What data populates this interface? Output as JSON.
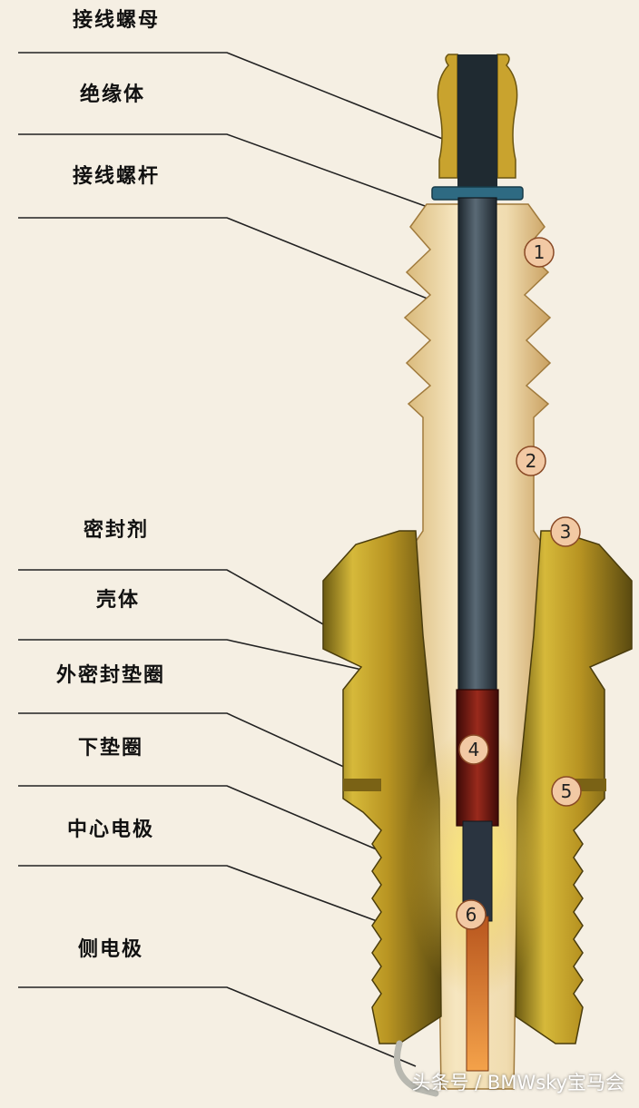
{
  "labels": [
    {
      "id": "connection-nut",
      "text": "接线螺母"
    },
    {
      "id": "insulator",
      "text": "绝缘体"
    },
    {
      "id": "terminal-screw",
      "text": "接线螺杆"
    },
    {
      "id": "sealant",
      "text": "密封剂"
    },
    {
      "id": "shell",
      "text": "壳体"
    },
    {
      "id": "outer-sealing-gasket",
      "text": "外密封垫圈"
    },
    {
      "id": "lower-gasket",
      "text": "下垫圈"
    },
    {
      "id": "center-electrode",
      "text": "中心电极"
    },
    {
      "id": "side-electrode",
      "text": "侧电极"
    }
  ],
  "markers": [
    "1",
    "2",
    "3",
    "4",
    "5",
    "6"
  ],
  "watermark": "头条号 / BMWsky宝马会",
  "colors": {
    "background": "#f5efe3",
    "insulator": "#ecd9a8",
    "shell": "#c7a52b",
    "center_rod": "#3a4650",
    "resistor": "#7a1a14",
    "marker_fill": "#f2c9a4"
  }
}
